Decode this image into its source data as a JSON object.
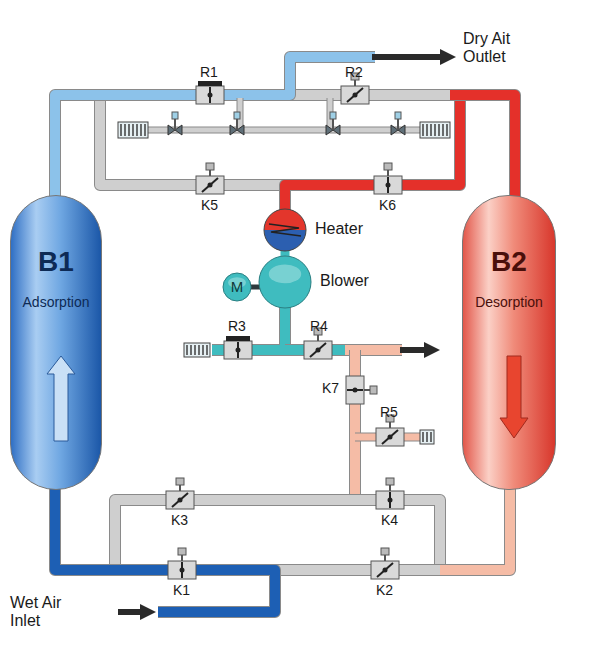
{
  "diagram": {
    "nodes": [
      {
        "text": [
          "B1",
          "Adsorption"
        ]
      },
      {
        "text": [
          "Heater"
        ]
      },
      {
        "text": [
          "M"
        ]
      },
      {
        "text": [
          "Blower"
        ]
      },
      {
        "text": [
          "B2",
          "Desorption"
        ]
      }
    ],
    "edges": [
      {
        "from": 3,
        "to": 1,
        "arrow": "none"
      },
      {
        "from": 2,
        "to": 3,
        "arrow": "none"
      }
    ],
    "labels": [
      "Dry Ait Outlet",
      "R1",
      "R2",
      "K5",
      "K6",
      "R3",
      "R4",
      "K7",
      "R5",
      "K3",
      "K4",
      "K1",
      "K2",
      "Wet Air Inlet"
    ]
  }
}
